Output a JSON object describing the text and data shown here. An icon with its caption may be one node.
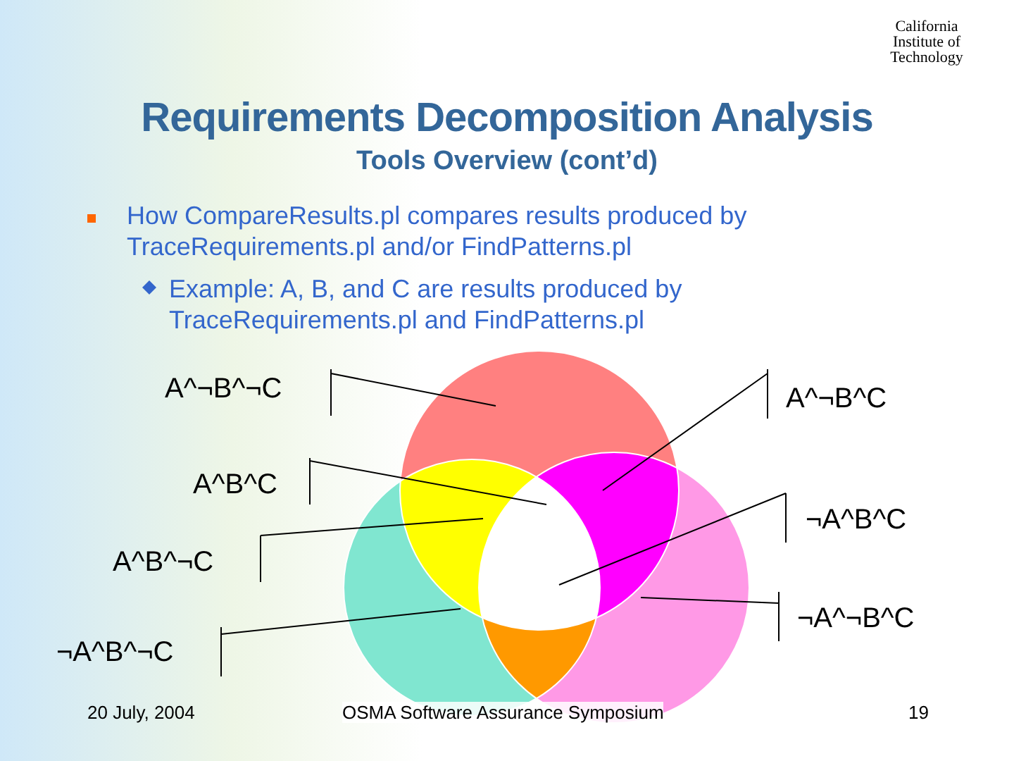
{
  "diagram": {
    "title": "Requirements Decomposition Analysis",
    "nodes": [
      {
        "text": [
          "A^¬B^¬C"
        ]
      },
      {
        "text": [
          "A^¬B^C"
        ]
      },
      {
        "text": [
          "A^B^C"
        ]
      },
      {
        "text": [
          "¬A^B^C"
        ]
      },
      {
        "text": [
          "A^B^¬C"
        ]
      },
      {
        "text": [
          "¬A^¬B^C"
        ]
      },
      {
        "text": [
          "¬A^B^¬C"
        ]
      }
    ],
    "edges": [
      {
        "from": 0,
        "to": null,
        "arrow": "none"
      },
      {
        "from": 1,
        "to": null,
        "arrow": "none"
      },
      {
        "from": 2,
        "to": null,
        "arrow": "none"
      },
      {
        "from": 3,
        "to": null,
        "arrow": "none"
      },
      {
        "from": 4,
        "to": null,
        "arrow": "none"
      },
      {
        "from": 5,
        "to": null,
        "arrow": "none"
      },
      {
        "from": 6,
        "to": null,
        "arrow": "none"
      }
    ],
    "labels": [
      "California Institute of Technology",
      "Tools Overview (cont’d)",
      "How CompareResults.pl compares results produced by TraceRequirements.pl and/or FindPatterns.pl",
      "Example: A, B, and C are results produced by TraceRequirements.pl and FindPatterns.pl",
      "20 July, 2004",
      "OSMA Software Assurance Symposium",
      "19"
    ]
  }
}
